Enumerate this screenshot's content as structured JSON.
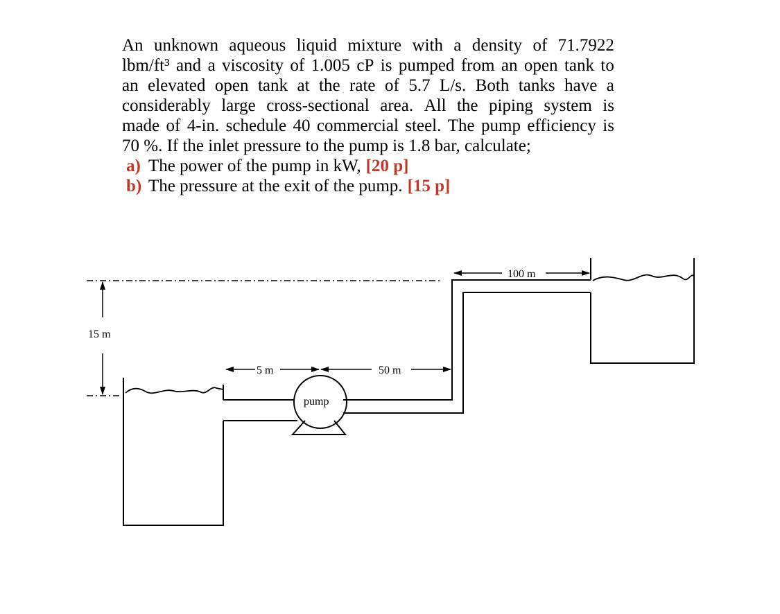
{
  "problem": {
    "lines": [
      "An unknown aqueous liquid mixture with a density of 71.7922",
      "lbm/ft³ and a viscosity of 1.005 cP is pumped from an open tank to",
      "an elevated open tank at the rate of 5.7 L/s. Both tanks have a",
      "considerably large cross-sectional area. All the piping system is",
      "made of 4-in. schedule 40 commercial steel. The pump efficiency is"
    ],
    "last_line": "70 %. If the inlet pressure to the pump is 1.8 bar, calculate;",
    "questions": [
      {
        "letter": "a)",
        "text": "The power of the pump in kW,",
        "points": "[20 p]"
      },
      {
        "letter": "b)",
        "text": "The pressure at the exit of the pump.",
        "points": "[15 p]"
      }
    ]
  },
  "diagram": {
    "height_label": "15 m",
    "seg1_label": "5 m",
    "seg2_label": "50 m",
    "seg3_label": "100 m",
    "pump_label": "pump"
  },
  "colors": {
    "points_red": "#c0392b",
    "line": "#000000"
  }
}
